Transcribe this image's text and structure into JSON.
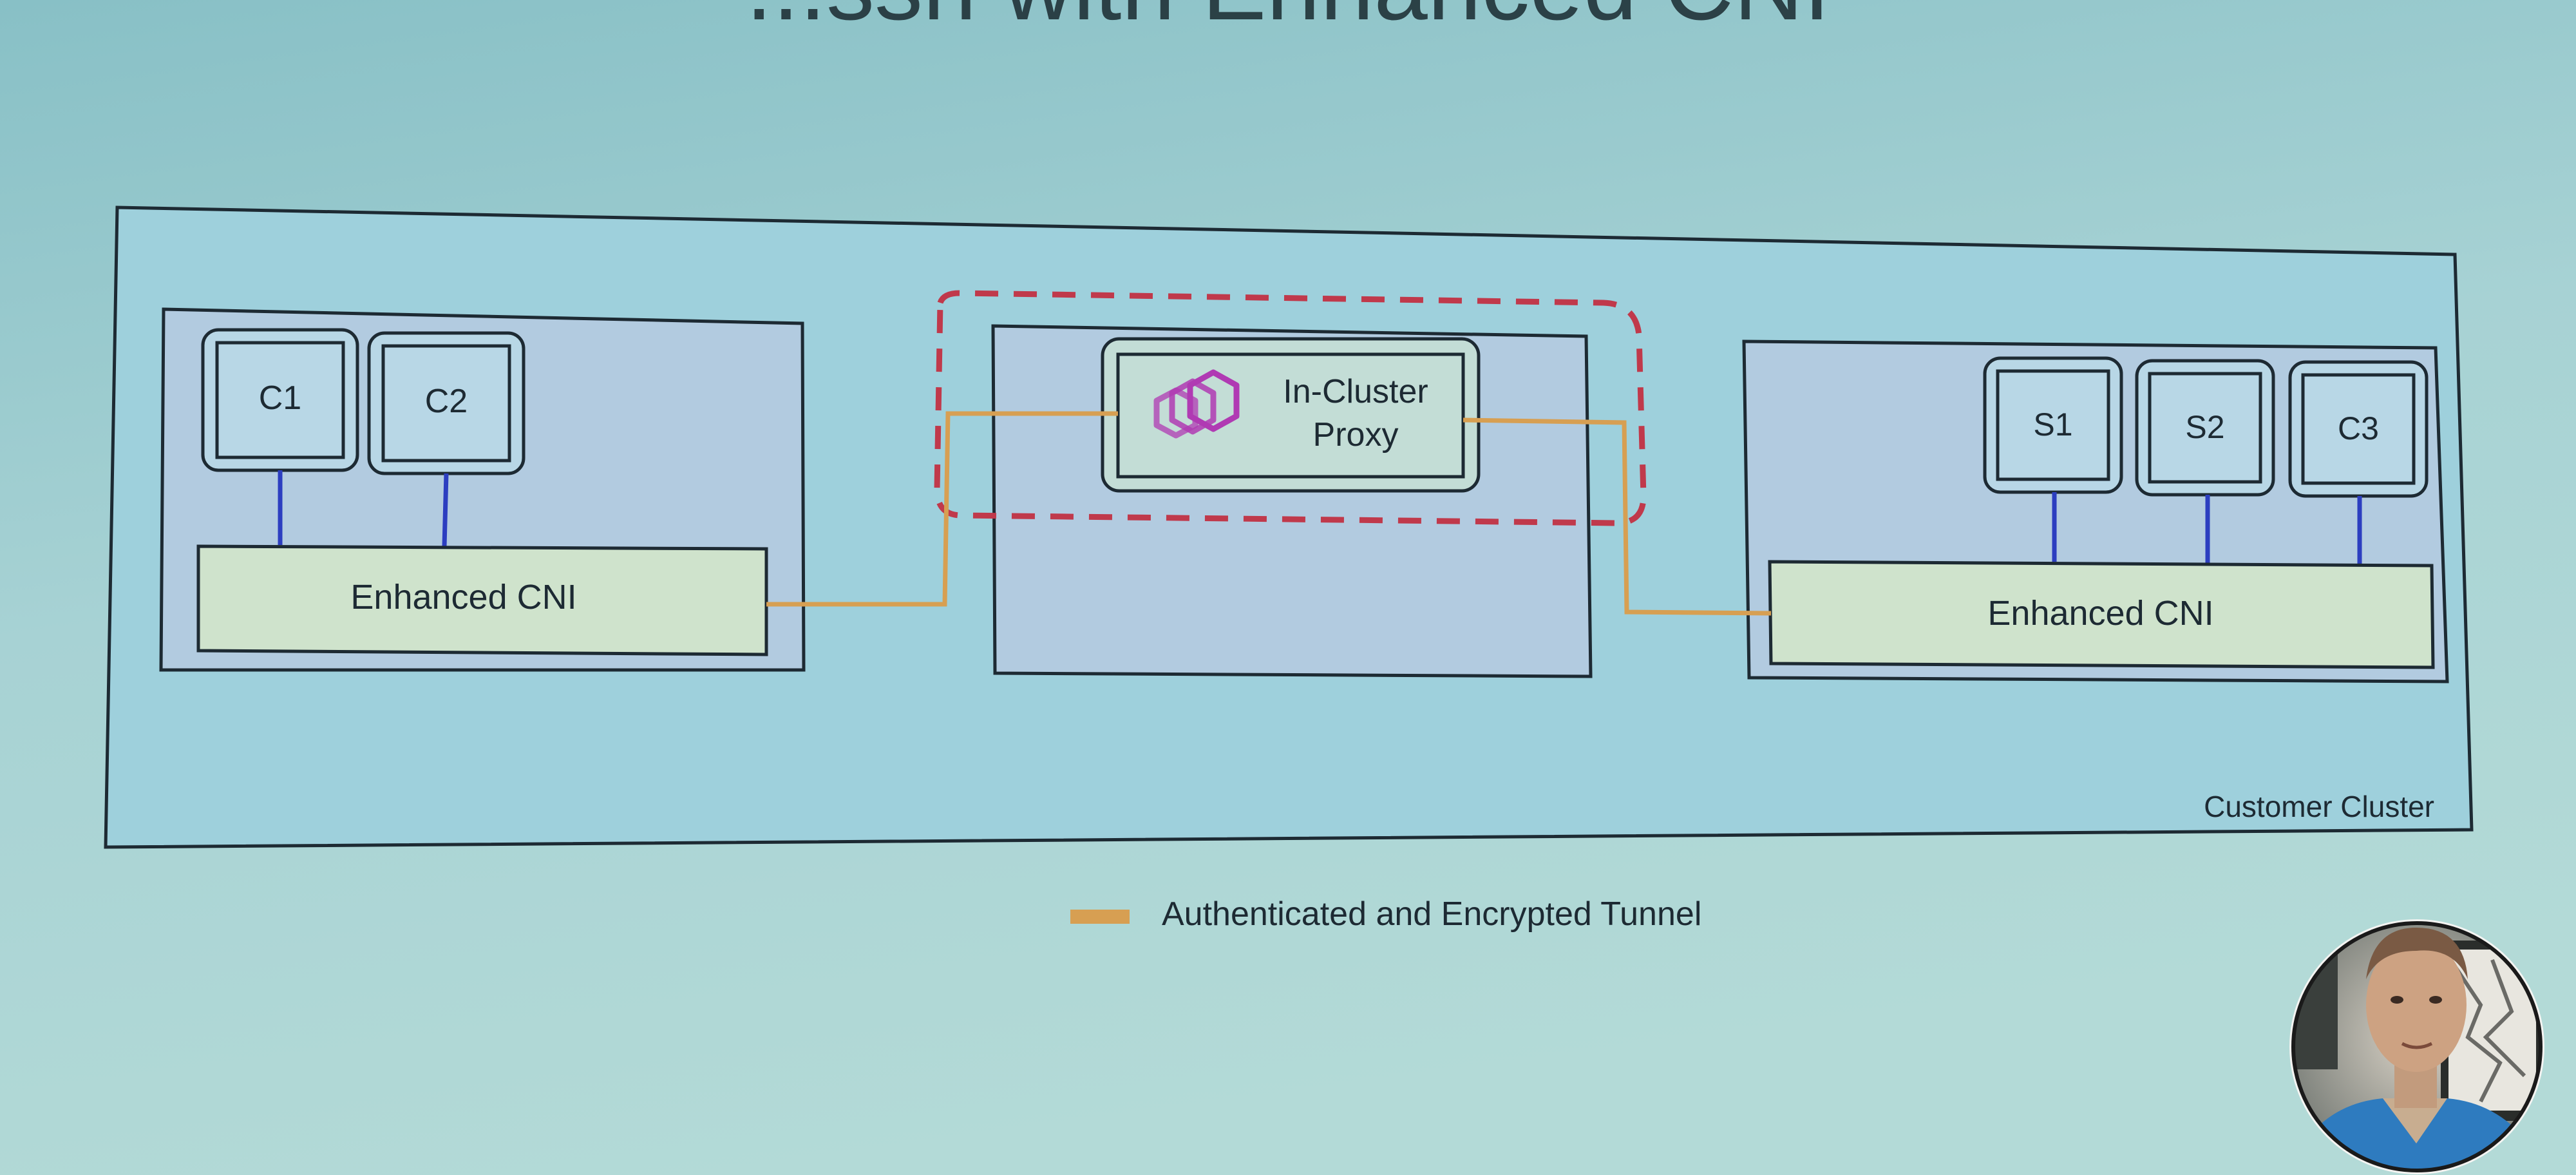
{
  "slide": {
    "title": "...ssh with Enhanced CNI"
  },
  "cluster": {
    "label": "Customer Cluster"
  },
  "left_node": {
    "containers": [
      "C1",
      "C2"
    ],
    "cni_label": "Enhanced CNI"
  },
  "middle_node": {
    "proxy_label_line1": "In-Cluster",
    "proxy_label_line2": "Proxy",
    "proxy_icon": "envoy-proxy-icon"
  },
  "right_node": {
    "containers": [
      "S1",
      "S2",
      "C3"
    ],
    "cni_label": "Enhanced CNI"
  },
  "legend": {
    "tunnel_label": "Authenticated and Encrypted Tunnel"
  },
  "colors": {
    "background": "#a9d3d4",
    "cluster_fill": "#9fd0dc",
    "node_fill": "#b2cbe0",
    "cni_fill": "#cfe3cc",
    "container_fill": "#b8d7e6",
    "proxy_fill": "#c3ddd6",
    "tunnel": "#d79f52",
    "link": "#2c3ec0",
    "highlight": "#c0394b",
    "proxy_icon": "#b03ab3",
    "border": "#1d2a33"
  }
}
